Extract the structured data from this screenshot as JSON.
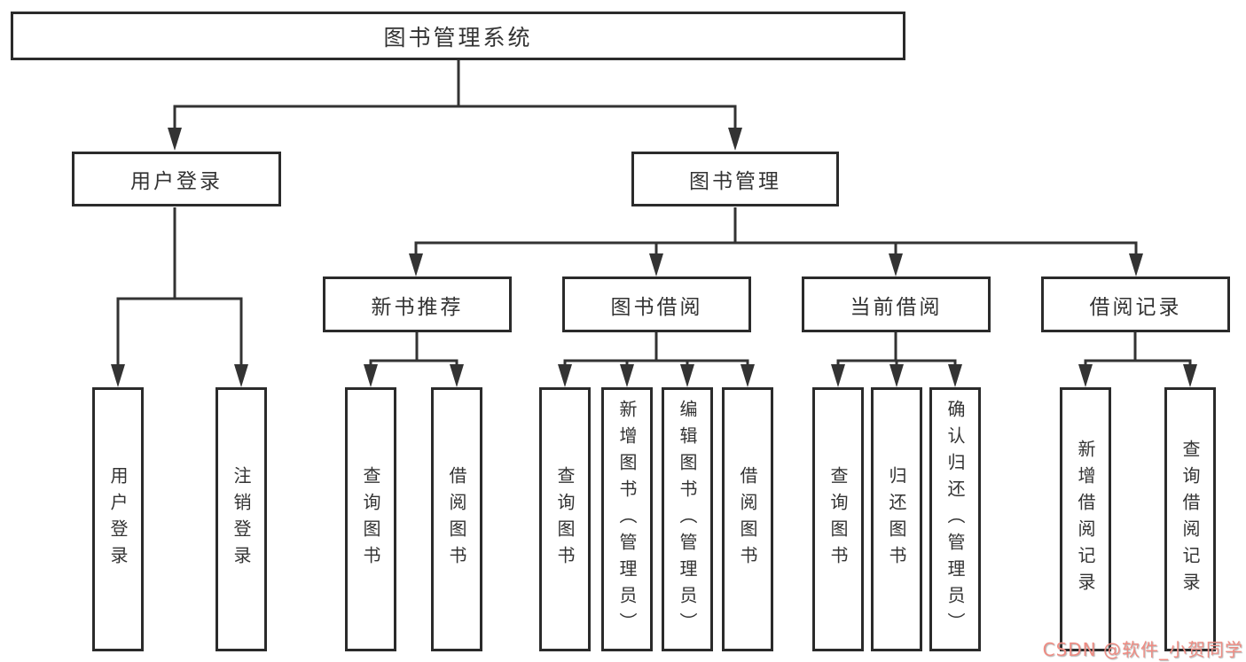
{
  "colors": {
    "background": "#ffffff",
    "box_border": "#2b2b2b",
    "line": "#333333",
    "text": "#333333",
    "watermark": "#ee8c83"
  },
  "watermark": {
    "text": "CSDN @软件_小贺同学"
  },
  "tree": {
    "label": "图书管理系统",
    "children": [
      {
        "label": "用户登录",
        "children": [
          {
            "label": "用户登录"
          },
          {
            "label": "注销登录"
          }
        ]
      },
      {
        "label": "图书管理",
        "children": [
          {
            "label": "新书推荐",
            "children": [
              {
                "label": "查询图书"
              },
              {
                "label": "借阅图书"
              }
            ]
          },
          {
            "label": "图书借阅",
            "children": [
              {
                "label": "查询图书"
              },
              {
                "label": "新增图书（管理员）"
              },
              {
                "label": "编辑图书（管理员）"
              },
              {
                "label": "借阅图书"
              }
            ]
          },
          {
            "label": "当前借阅",
            "children": [
              {
                "label": "查询图书"
              },
              {
                "label": "归还图书"
              },
              {
                "label": "确认归还（管理员）"
              }
            ]
          },
          {
            "label": "借阅记录",
            "children": [
              {
                "label": "新增借阅记录"
              },
              {
                "label": "查询借阅记录"
              }
            ]
          }
        ]
      }
    ]
  }
}
